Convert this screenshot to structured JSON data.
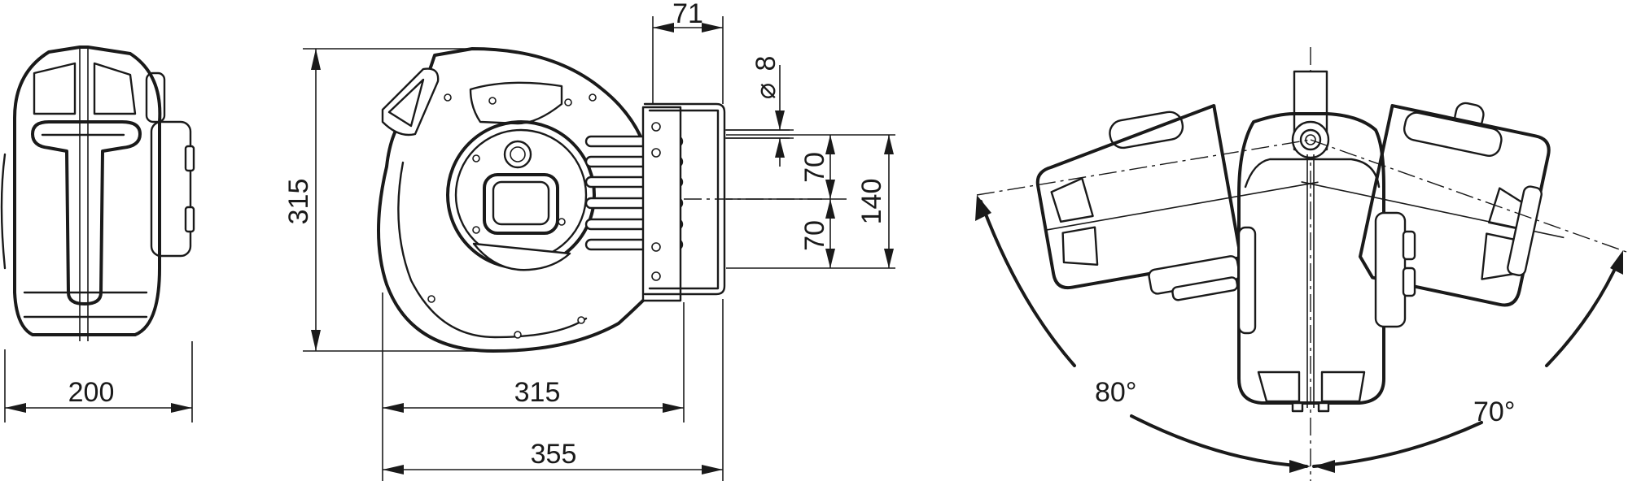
{
  "dimensions": {
    "width_left": "200",
    "height": "315",
    "width_front": "315",
    "overall": "355",
    "bracket": "71",
    "hole_diameter": "8",
    "hole_spacing_upper": "70",
    "hole_spacing_lower": "70",
    "hole_total": "140",
    "diameter_symbol": "⌀"
  },
  "angles": {
    "left": "80°",
    "right": "70°"
  },
  "colors": {
    "line": "#1a1a1a",
    "background": "#ffffff"
  }
}
